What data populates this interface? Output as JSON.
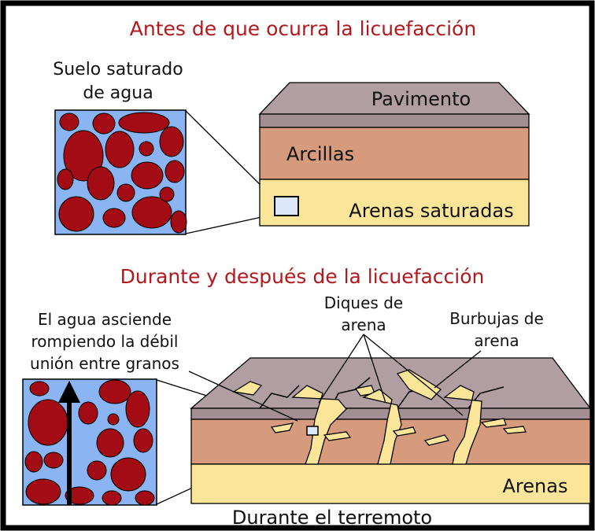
{
  "top": {
    "title": "Antes de que ocurra la licuefacción",
    "soil_label_line1": "Suelo saturado",
    "soil_label_line2": "de agua",
    "layers": {
      "pavement": "Pavimento",
      "clays": "Arcillas",
      "sands": "Arenas saturadas"
    }
  },
  "bottom": {
    "title": "Durante y después de la licuefacción",
    "water_line1": "El agua asciende",
    "water_line2": "rompiendo la débil",
    "water_line3": "unión entre granos",
    "dikes_line1": "Diques de",
    "dikes_line2": "arena",
    "bubbles_line1": "Burbujas de",
    "bubbles_line2": "arena",
    "sands": "Arenas",
    "caption": "Durante el terremoto"
  },
  "colors": {
    "title_red": "#b3181c",
    "water_blue": "#8ab4f2",
    "grain_red": "#a30c14",
    "pavement": "#b09ea3",
    "clay": "#d69a7c",
    "sand": "#fbe598"
  }
}
